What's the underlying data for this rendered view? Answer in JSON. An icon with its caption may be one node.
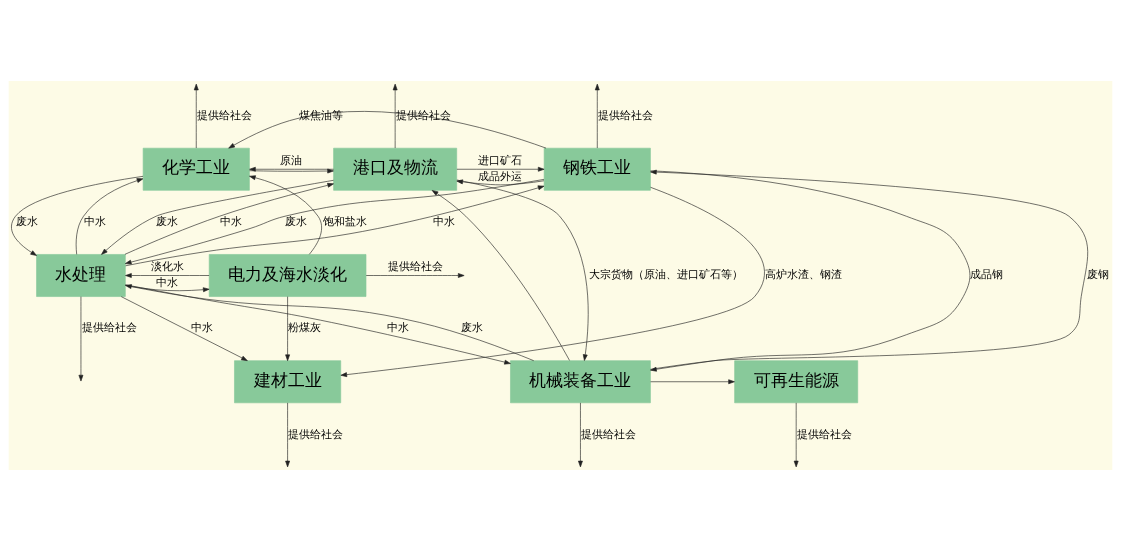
{
  "diagram": {
    "nodes": [
      {
        "text": [
          "港口及物流"
        ]
      },
      {
        "text": [
          "钢铁工业"
        ]
      },
      {
        "text": [
          "化学工业"
        ]
      },
      {
        "text": [
          "水处理"
        ]
      },
      {
        "text": [
          "电力及海水淡化"
        ]
      },
      {
        "text": [
          "机械装备工业"
        ]
      },
      {
        "text": [
          "可再生能源"
        ]
      },
      {
        "text": [
          "建材工业"
        ]
      }
    ],
    "edges": [
      {
        "from": 0,
        "to": null,
        "arrow": "to",
        "label": "提供给社会"
      },
      {
        "from": 1,
        "to": null,
        "arrow": "to",
        "label": "提供给社会"
      },
      {
        "from": 2,
        "to": null,
        "arrow": "to",
        "label": "提供给社会"
      },
      {
        "from": 1,
        "to": 7,
        "arrow": "to",
        "label": "高炉水渣、钢渣"
      },
      {
        "from": 0,
        "to": 2,
        "arrow": "to",
        "label": "原油"
      },
      {
        "from": 2,
        "to": 0,
        "arrow": "to"
      },
      {
        "from": 1,
        "to": 2,
        "arrow": "to",
        "label": "煤焦油等"
      },
      {
        "from": 0,
        "to": 1,
        "arrow": "to",
        "label": "进口矿石"
      },
      {
        "from": 1,
        "to": 0,
        "arrow": "to",
        "label": "成品外运"
      },
      {
        "from": 2,
        "to": 3,
        "arrow": "to",
        "label": "废水"
      },
      {
        "from": 3,
        "to": 2,
        "arrow": "to",
        "label": "中水"
      },
      {
        "from": 4,
        "to": 2,
        "arrow": "to",
        "label": "饱和盐水"
      },
      {
        "from": 3,
        "to": 1,
        "arrow": "to",
        "label": "中水"
      },
      {
        "from": 1,
        "to": 3,
        "arrow": "to",
        "label": "废水"
      },
      {
        "from": 3,
        "to": 0,
        "arrow": "to",
        "label": "中水"
      },
      {
        "from": 0,
        "to": 3,
        "arrow": "to",
        "label": "废水"
      },
      {
        "from": 4,
        "to": null,
        "arrow": "to",
        "label": "提供给社会"
      },
      {
        "from": 0,
        "to": 5,
        "arrow": "to",
        "label": "大宗货物（原油、进口矿石等）"
      },
      {
        "from": 5,
        "to": 0,
        "arrow": "to"
      },
      {
        "from": 5,
        "to": 1,
        "arrow": "to",
        "label": "废钢"
      },
      {
        "from": 1,
        "to": 5,
        "arrow": "to",
        "label": "成品钢"
      },
      {
        "from": 3,
        "to": 4,
        "arrow": "to",
        "label": "中水"
      },
      {
        "from": 4,
        "to": 3,
        "arrow": "to",
        "label": "淡化水"
      },
      {
        "from": 3,
        "to": 5,
        "arrow": "to",
        "label": "中水"
      },
      {
        "from": 5,
        "to": 3,
        "arrow": "to",
        "label": "废水"
      },
      {
        "from": 4,
        "to": 7,
        "arrow": "to",
        "label": "粉煤灰"
      },
      {
        "from": 3,
        "to": 7,
        "arrow": "to",
        "label": "中水"
      },
      {
        "from": 5,
        "to": 6,
        "arrow": "to"
      },
      {
        "from": 6,
        "to": null,
        "arrow": "to",
        "label": "提供给社会"
      },
      {
        "from": 3,
        "to": null,
        "arrow": "to",
        "label": "提供给社会"
      },
      {
        "from": 7,
        "to": null,
        "arrow": "to",
        "label": "提供给社会"
      },
      {
        "from": 5,
        "to": null,
        "arrow": "to",
        "label": "提供给社会"
      }
    ]
  }
}
